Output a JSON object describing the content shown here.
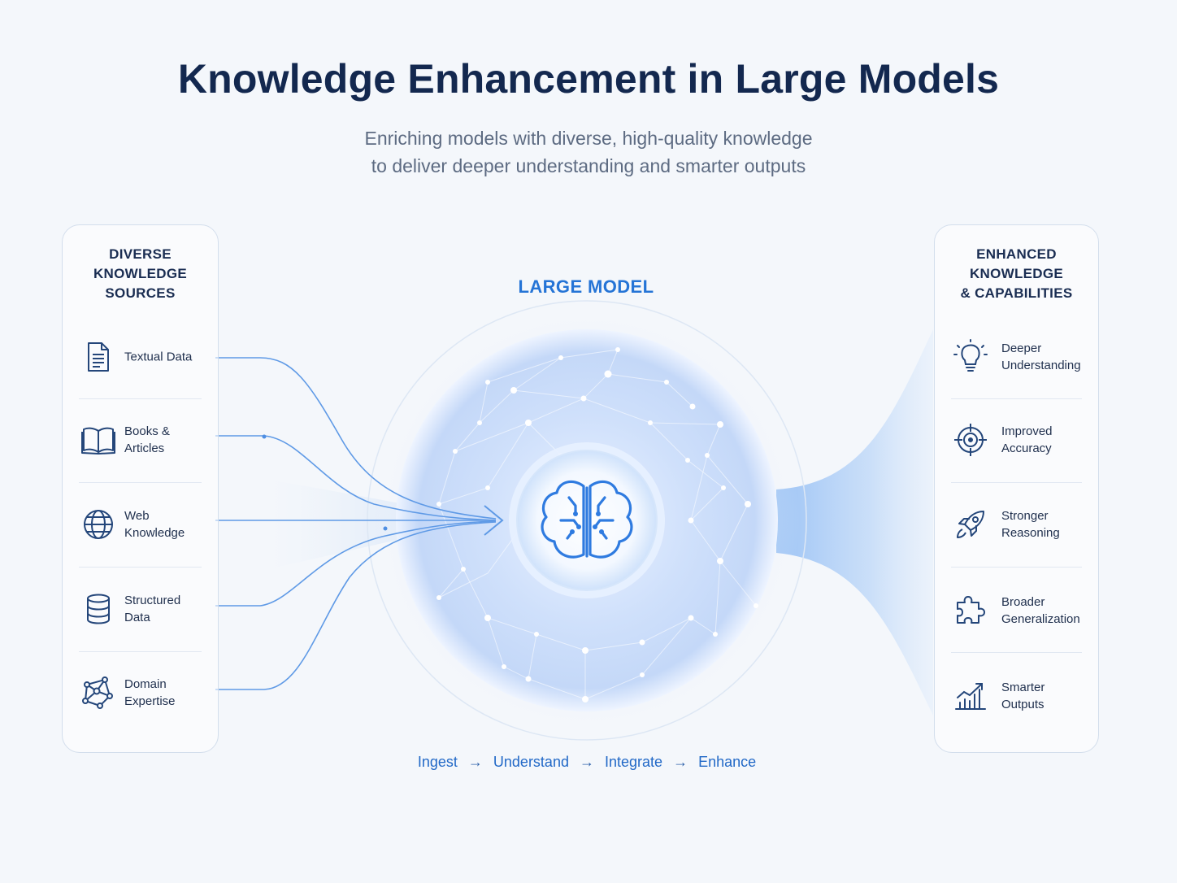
{
  "header": {
    "title": "Knowledge Enhancement in Large Models",
    "subtitle_line1": "Enriching models with diverse, high-quality knowledge",
    "subtitle_line2": "to deliver deeper understanding and smarter outputs"
  },
  "left_panel": {
    "title_lines": [
      "DIVERSE",
      "KNOWLEDGE",
      "SOURCES"
    ],
    "items": [
      {
        "lines": [
          "Textual Data"
        ],
        "icon": "document-icon"
      },
      {
        "lines": [
          "Books &",
          "Articles"
        ],
        "icon": "book-icon"
      },
      {
        "lines": [
          "Web",
          "Knowledge"
        ],
        "icon": "globe-icon"
      },
      {
        "lines": [
          "Structured",
          "Data"
        ],
        "icon": "database-icon"
      },
      {
        "lines": [
          "Domain",
          "Expertise"
        ],
        "icon": "network-icon"
      }
    ]
  },
  "center": {
    "title": "LARGE MODEL",
    "icon": "brain-circuit-icon",
    "flow_steps": [
      "Ingest",
      "Understand",
      "Integrate",
      "Enhance"
    ],
    "flow_arrow": "→"
  },
  "right_panel": {
    "title_lines": [
      "ENHANCED",
      "KNOWLEDGE",
      "& CAPABILITIES"
    ],
    "items": [
      {
        "lines": [
          "Deeper",
          "Understanding"
        ],
        "icon": "lightbulb-icon"
      },
      {
        "lines": [
          "Improved",
          "Accuracy"
        ],
        "icon": "target-icon"
      },
      {
        "lines": [
          "Stronger",
          "Reasoning"
        ],
        "icon": "rocket-icon"
      },
      {
        "lines": [
          "Broader",
          "Generalization"
        ],
        "icon": "puzzle-icon"
      },
      {
        "lines": [
          "Smarter",
          "Outputs"
        ],
        "icon": "growth-chart-icon"
      }
    ]
  },
  "colors": {
    "accent": "#2574d6",
    "title": "#13284f",
    "icon": "#24467a",
    "background": "#f4f7fb"
  }
}
